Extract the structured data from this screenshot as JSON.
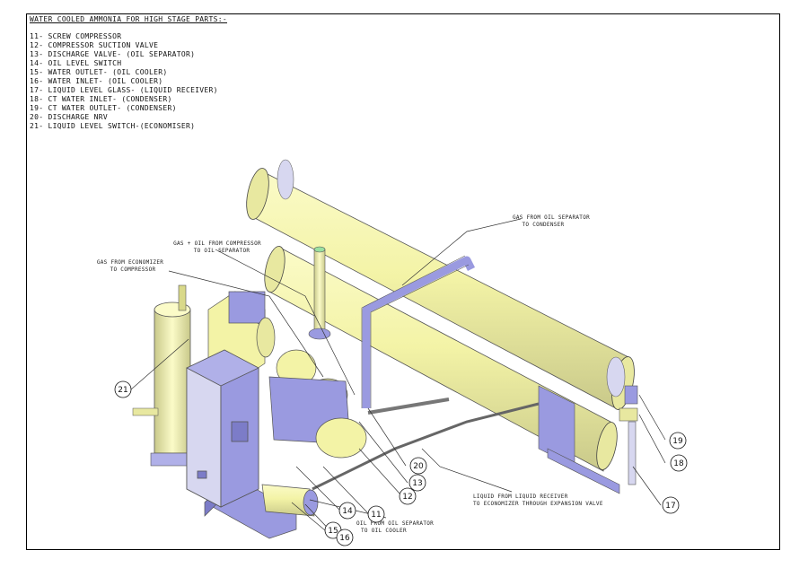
{
  "legend": {
    "title": "WATER COOLED AMMONIA FOR HIGH STAGE PARTS:-",
    "items": [
      "11- SCREW COMPRESSOR",
      "12- COMPRESSOR SUCTION VALVE",
      "13- DISCHARGE VALVE- (OIL SEPARATOR)",
      "14- OIL LEVEL SWITCH",
      "15- WATER OUTLET- (OIL COOLER)",
      "16- WATER INLET- (OIL COOLER)",
      "17- LIQUID LEVEL GLASS- (LIQUID RECEIVER)",
      "18- CT WATER INLET- (CONDENSER)",
      "19- CT WATER OUTLET- (CONDENSER)",
      "20- DISCHARGE NRV",
      "21- LIQUID LEVEL SWITCH-(ECONOMISER)"
    ]
  },
  "callouts": {
    "gas_oil_1": "GAS + OIL FROM COMPRESSOR",
    "gas_oil_2": "TO OIL SEPARATOR",
    "gas_econ_1": "GAS FROM ECONOMIZER",
    "gas_econ_2": "TO COMPRESSOR",
    "gas_sep_1": "GAS FROM OIL SEPARATOR",
    "gas_sep_2": "TO CONDENSER",
    "liquid_1": "LIQUID FROM LIQUID RECEIVER",
    "liquid_2": "TO ECONOMIZER THROUGH EXPANSION VALVE",
    "oil_1": "OIL FROM OIL SEPARATOR",
    "oil_2": "TO OIL COOLER"
  },
  "balloons": {
    "b11": "11",
    "b12": "12",
    "b13": "13",
    "b14": "14",
    "b15": "15",
    "b16": "16",
    "b17": "17",
    "b18": "18",
    "b19": "19",
    "b20": "20",
    "b21": "21"
  },
  "colors": {
    "vessel": "#f3f3a6",
    "vessel_shade": "#d9d98a",
    "panel": "#9a9ae0",
    "panel_dark": "#7c7cc8",
    "line": "#333333"
  }
}
